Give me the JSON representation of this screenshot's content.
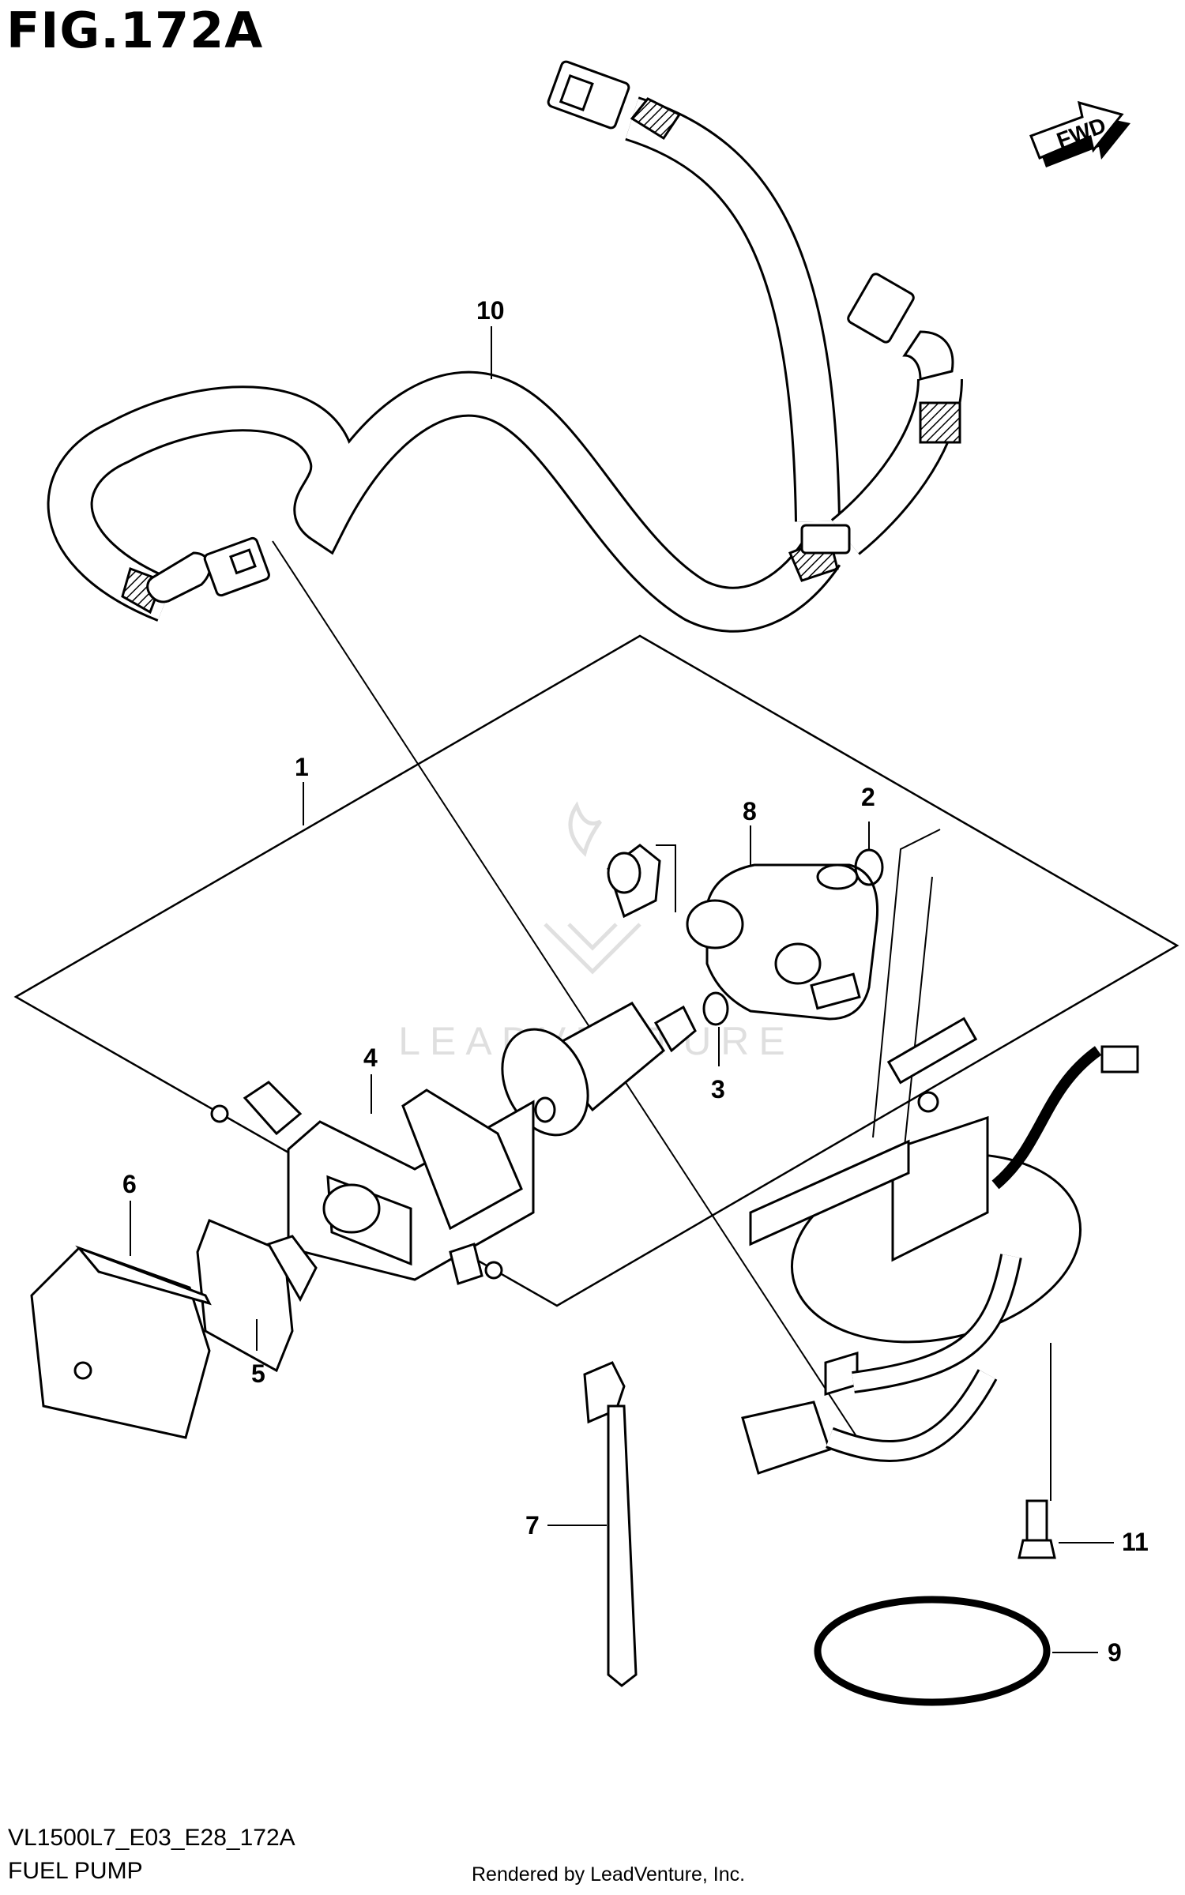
{
  "figure": {
    "title": "FIG.172A",
    "code": "VL1500L7_E03_E28_172A",
    "name": "FUEL PUMP",
    "credit": "Rendered by LeadVenture, Inc.",
    "direction_label": "FWD",
    "watermark": "LEADVENTURE"
  },
  "callouts": [
    {
      "id": "1",
      "label": "1"
    },
    {
      "id": "2",
      "label": "2"
    },
    {
      "id": "3",
      "label": "3"
    },
    {
      "id": "4",
      "label": "4"
    },
    {
      "id": "5",
      "label": "5"
    },
    {
      "id": "6",
      "label": "6"
    },
    {
      "id": "7",
      "label": "7"
    },
    {
      "id": "8",
      "label": "8"
    },
    {
      "id": "9",
      "label": "9"
    },
    {
      "id": "10",
      "label": "10"
    },
    {
      "id": "11",
      "label": "11"
    }
  ]
}
